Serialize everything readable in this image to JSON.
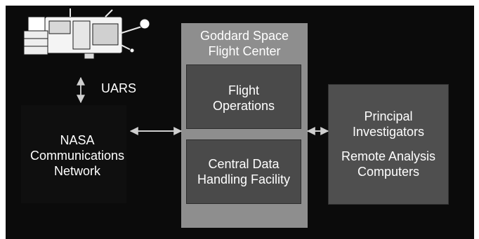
{
  "satellite": {
    "label": "UARS"
  },
  "nasa_network": {
    "label": "NASA\nCommunications\nNetwork"
  },
  "goddard": {
    "title": "Goddard Space\nFlight Center",
    "flight_operations": "Flight\nOperations",
    "central_data": "Central Data\nHandling Facility"
  },
  "investigators": {
    "principal": "Principal\nInvestigators",
    "remote": "Remote Analysis\nComputers"
  },
  "colors": {
    "background": "#0b0b0b",
    "goddard_box": "#8e8e8e",
    "inner_box": "#4a4a4a",
    "pi_box": "#4f4f4f",
    "text": "#ffffff"
  }
}
